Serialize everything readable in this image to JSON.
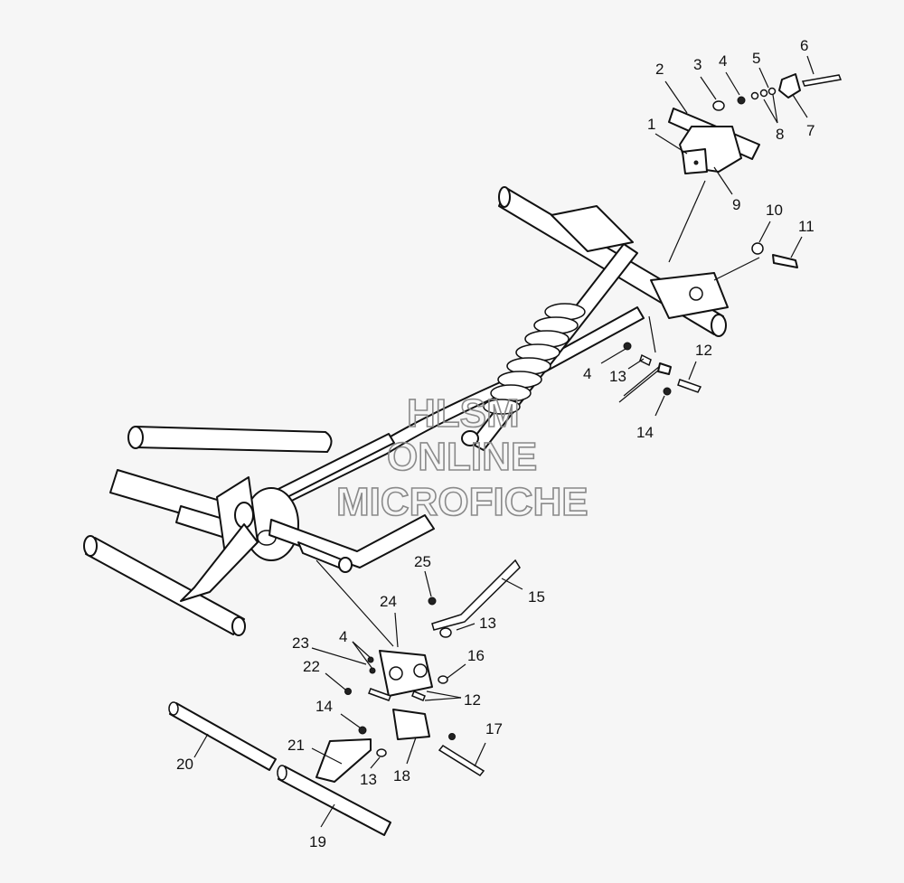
{
  "callouts": {
    "c1": "1",
    "c2": "2",
    "c3": "3",
    "c4a": "4",
    "c5": "5",
    "c6": "6",
    "c7": "7",
    "c8": "8",
    "c9": "9",
    "c10": "10",
    "c11": "11",
    "c12a": "12",
    "c4b": "4",
    "c13a": "13",
    "c14a": "14",
    "c25": "25",
    "c24": "24",
    "c15": "15",
    "c13b": "13",
    "c16": "16",
    "c23": "23",
    "c4c": "4",
    "c22": "22",
    "c12b": "12",
    "c14b": "14",
    "c17": "17",
    "c21": "21",
    "c20": "20",
    "c13c": "13",
    "c18": "18",
    "c19": "19"
  },
  "watermark": {
    "line1": "HLSM",
    "line2": "ONLINE",
    "line3": "MICROFICHE"
  }
}
